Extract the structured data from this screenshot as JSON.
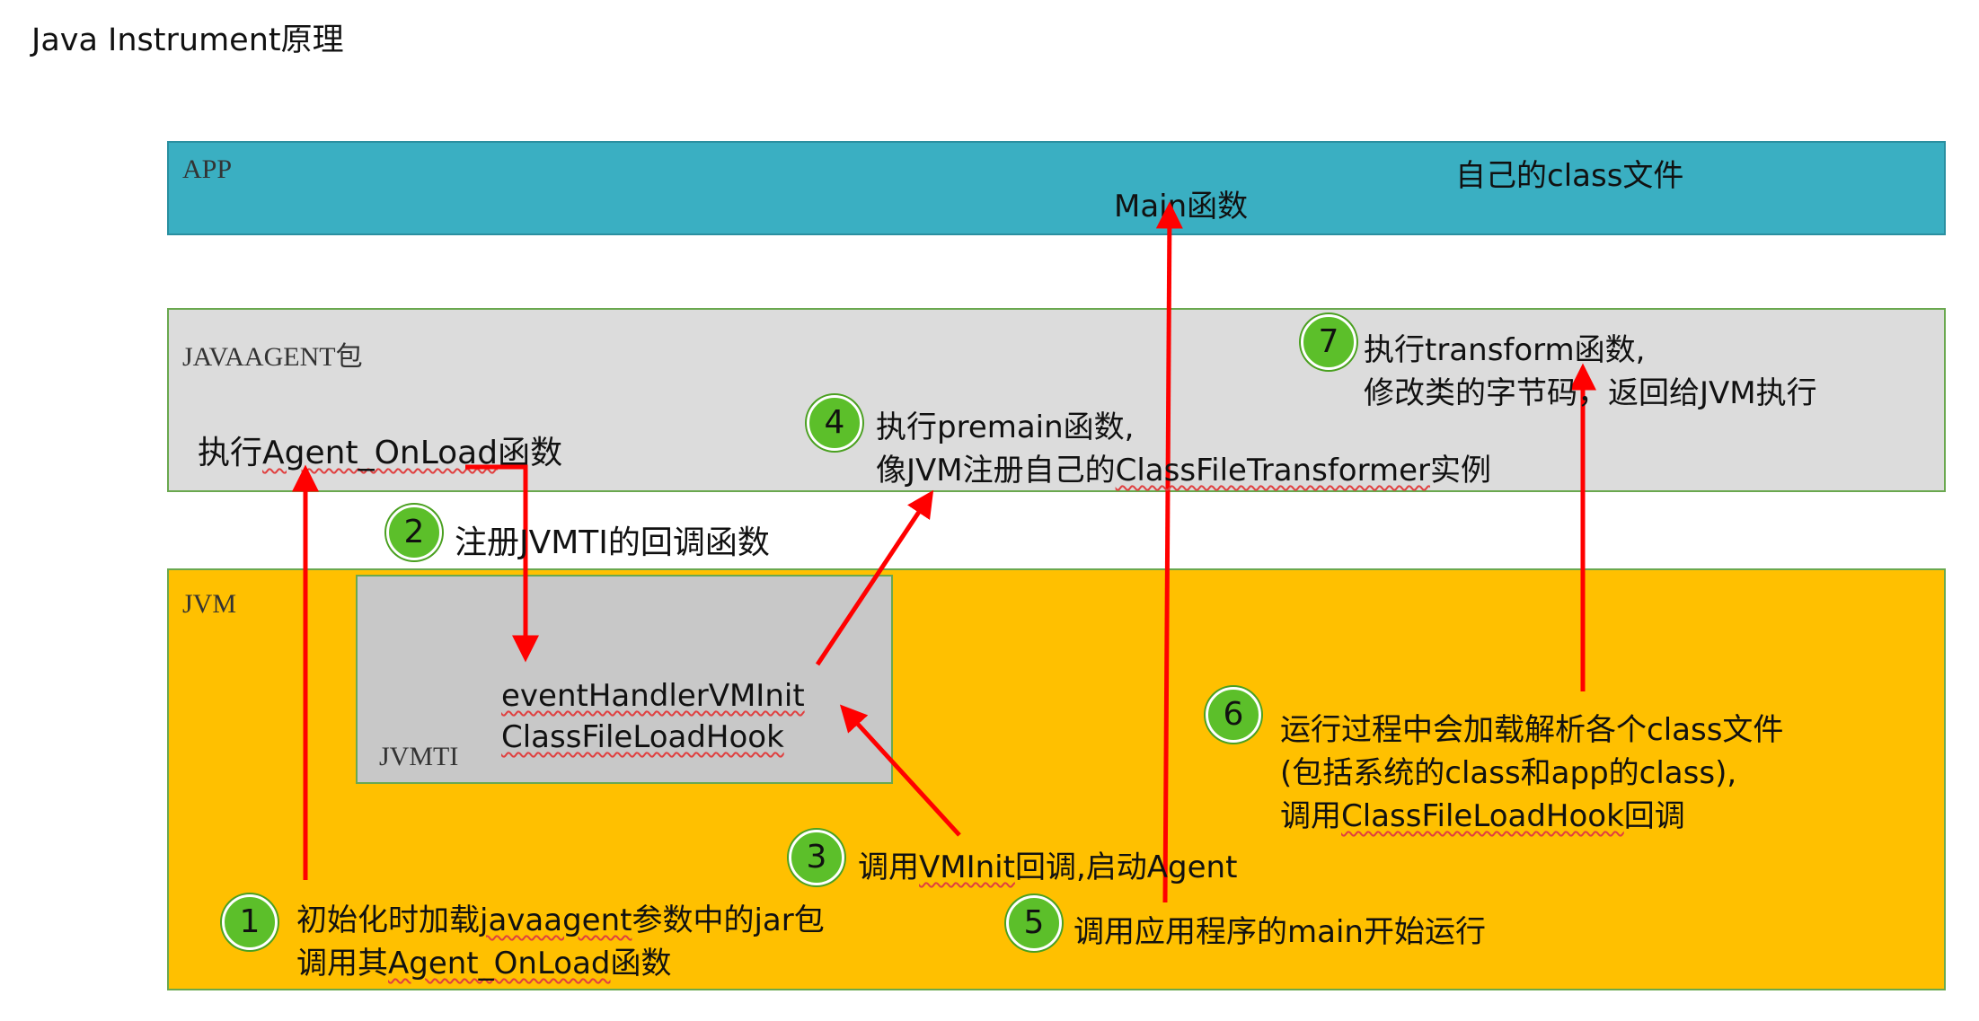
{
  "page_title": "Java Instrument原理",
  "colors": {
    "app_band": "#3aafc2",
    "javaagent_band": "#dcdcdc",
    "jvm_band": "#ffc000",
    "jvmti_box": "#c8c8c8",
    "arrow": "#ff0000",
    "badge": "#5cbf2a"
  },
  "bands": {
    "app": {
      "label": "APP",
      "main_fn": "Main函数",
      "own_class": "自己的class文件"
    },
    "javaagent": {
      "label": "JAVAAGENT包",
      "onload_prefix": "执行",
      "onload_name": "Agent_OnLoad",
      "onload_suffix": "函数"
    },
    "jvm": {
      "label": "JVM"
    },
    "jvmti": {
      "label": "JVMTI",
      "hook1": "eventHandlerVMInit",
      "hook2": "ClassFileLoadHook"
    }
  },
  "steps": [
    {
      "num": "1",
      "line1_a": "初始化时加载",
      "line1_b": "javaagent",
      "line1_c": "参数中的jar包",
      "line2_a": "调用其",
      "line2_b": "Agent_OnLoad",
      "line2_c": "函数"
    },
    {
      "num": "2",
      "text": "注册JVMTI的回调函数"
    },
    {
      "num": "3",
      "text_a": "调用",
      "text_b": "VMInit",
      "text_c": "回调,启动Agent"
    },
    {
      "num": "4",
      "line1": "执行premain函数,",
      "line2_a": "像JVM注册自己的",
      "line2_b": "ClassFileTransformer",
      "line2_c": "实例"
    },
    {
      "num": "5",
      "text": "调用应用程序的main开始运行"
    },
    {
      "num": "6",
      "line1": "运行过程中会加载解析各个class文件",
      "line2": "(包括系统的class和app的class),",
      "line3_a": "调用",
      "line3_b": "ClassFileLoadHook",
      "line3_c": "回调"
    },
    {
      "num": "7",
      "line1": "执行transform函数,",
      "line2": "修改类的字节码，返回给JVM执行"
    }
  ]
}
